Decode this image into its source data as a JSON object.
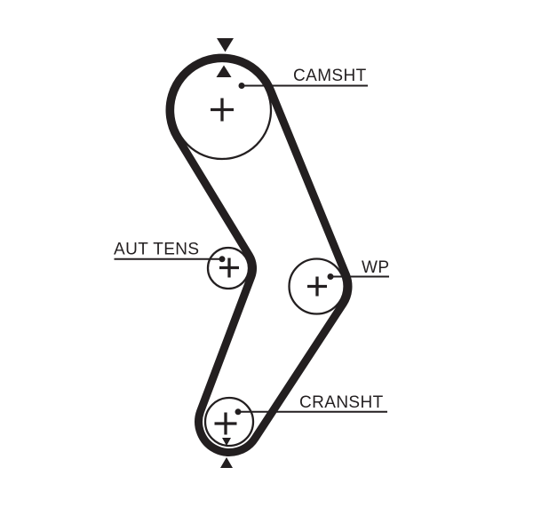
{
  "colors": {
    "background": "#ffffff",
    "ink": "#231f20"
  },
  "labels": {
    "camshaft": "CAMSHT",
    "auto_tensioner": "AUT TENS",
    "water_pump": "WP",
    "crankshaft": "CRANSHT"
  },
  "icons": {
    "timing_mark_down": "▼",
    "timing_mark_up": "▲",
    "pulley_center_cross": "+",
    "label_pointer_dot": "●"
  }
}
